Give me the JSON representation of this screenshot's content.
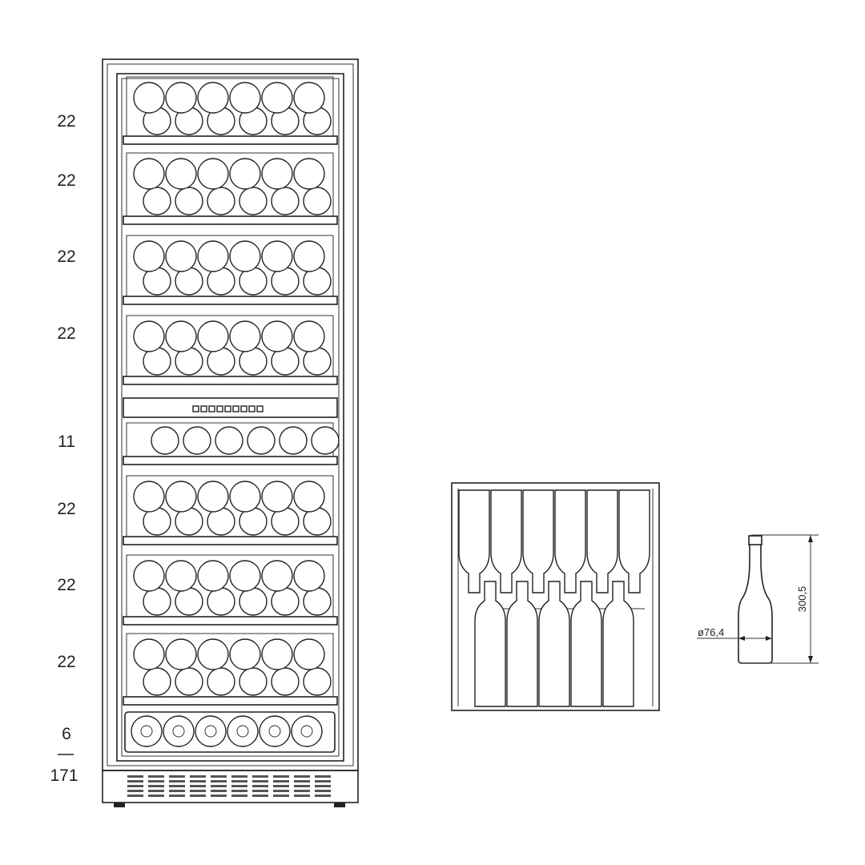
{
  "front_view": {
    "shelf_capacities": [
      {
        "label": "22"
      },
      {
        "label": "22"
      },
      {
        "label": "22"
      },
      {
        "label": "22"
      },
      {
        "label": "11"
      },
      {
        "label": "22"
      },
      {
        "label": "22"
      },
      {
        "label": "22"
      },
      {
        "label": "6"
      }
    ],
    "total_label": "171"
  },
  "bottle_view": {
    "diameter_label": "ø76,4",
    "height_label": "300,5"
  }
}
